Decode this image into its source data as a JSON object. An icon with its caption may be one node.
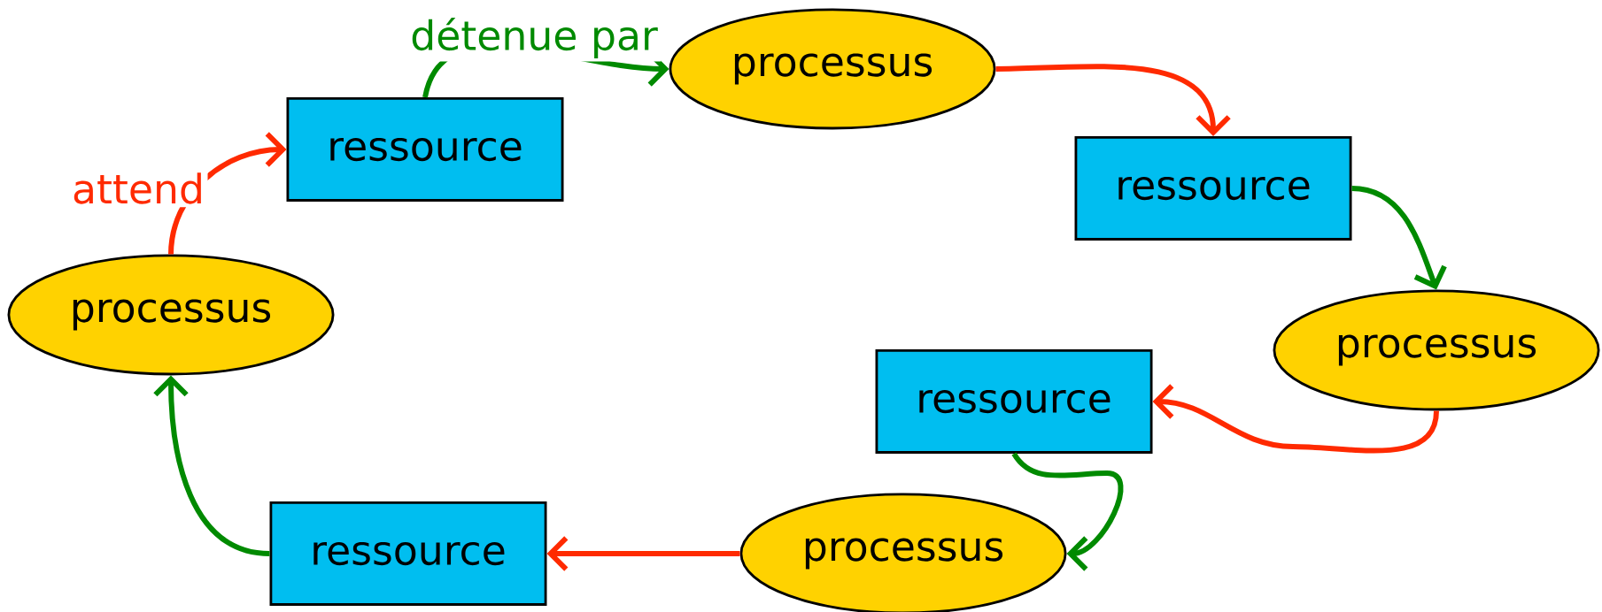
{
  "diagram": {
    "nodes": [
      {
        "text": [
          "ressource"
        ]
      },
      {
        "text": [
          "processus"
        ]
      },
      {
        "text": [
          "ressource"
        ]
      },
      {
        "text": [
          "processus"
        ]
      },
      {
        "text": [
          "ressource"
        ]
      },
      {
        "text": [
          "processus"
        ]
      },
      {
        "text": [
          "ressource"
        ]
      },
      {
        "text": [
          "processus"
        ]
      }
    ],
    "edges": [
      {
        "from": 0,
        "to": 1,
        "arrow": "to",
        "label": "détenue par",
        "color": "#008a00"
      },
      {
        "from": 1,
        "to": 2,
        "arrow": "to",
        "color": "#ff2a00"
      },
      {
        "from": 2,
        "to": 3,
        "arrow": "to",
        "color": "#008a00"
      },
      {
        "from": 3,
        "to": 4,
        "arrow": "to",
        "color": "#ff2a00"
      },
      {
        "from": 4,
        "to": 5,
        "arrow": "to",
        "color": "#008a00"
      },
      {
        "from": 5,
        "to": 6,
        "arrow": "to",
        "color": "#ff2a00"
      },
      {
        "from": 6,
        "to": 7,
        "arrow": "to",
        "color": "#008a00"
      },
      {
        "from": 7,
        "to": 0,
        "arrow": "to",
        "label": "attend",
        "color": "#ff2a00"
      }
    ]
  }
}
